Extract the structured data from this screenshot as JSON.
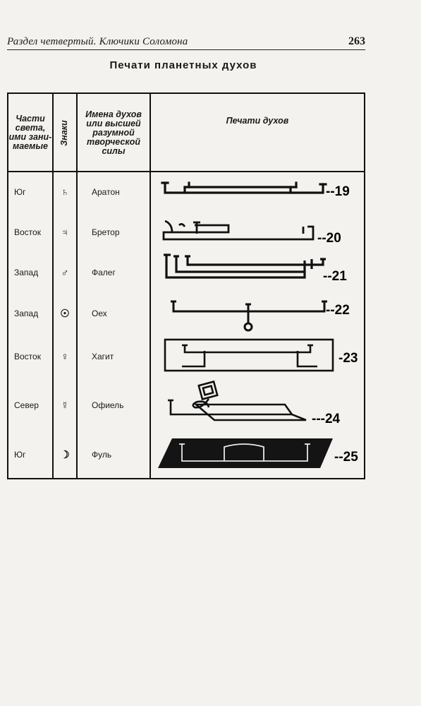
{
  "header": {
    "section_title": "Раздел четвертый. Ключики Соломона",
    "page_number": "263"
  },
  "table": {
    "title": "Печати планетных духов",
    "columns": [
      "Части света, ими зани-маемые",
      "Знаки",
      "Имена духов или высшей разумной творческой силы",
      "Печати духов"
    ],
    "rows": [
      {
        "direction": "Юг",
        "sign": "♄",
        "sign_icon": "saturn-icon",
        "name": "Аратон",
        "seal_label": "--19"
      },
      {
        "direction": "Восток",
        "sign": "♃",
        "sign_icon": "jupiter-icon",
        "name": "Бретор",
        "seal_label": "--20"
      },
      {
        "direction": "Запад",
        "sign": "♂",
        "sign_icon": "mars-icon",
        "name": "Фалег",
        "seal_label": "--21"
      },
      {
        "direction": "Запад",
        "sign": "☉",
        "sign_icon": "sun-icon",
        "name": "Оех",
        "seal_label": "--22"
      },
      {
        "direction": "Восток",
        "sign": "♀",
        "sign_icon": "venus-icon",
        "name": "Хагит",
        "seal_label": "-23"
      },
      {
        "direction": "Север",
        "sign": "☿",
        "sign_icon": "mercury-icon",
        "name": "Офиель",
        "seal_label": "---24"
      },
      {
        "direction": "Юг",
        "sign": "☽",
        "sign_icon": "moon-icon",
        "name": "Фуль",
        "seal_label": "--25"
      }
    ]
  }
}
